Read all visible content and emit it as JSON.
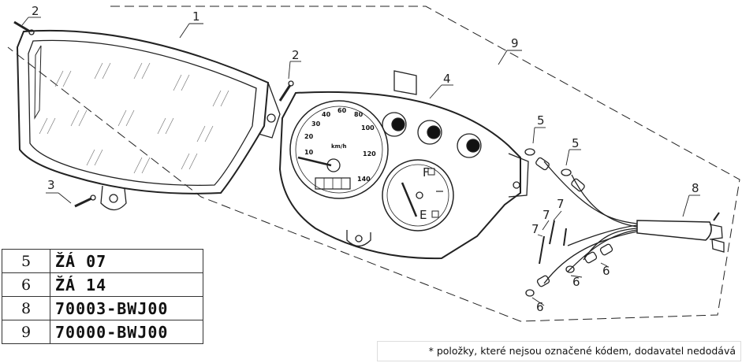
{
  "callouts": {
    "lens": "1",
    "screw_top_left": "2",
    "screw_right": "2",
    "screw_bottom": "3",
    "meter_body": "4",
    "bulb_holder_top": "5",
    "bulb_holder_mid": "5",
    "bulb_a": "6",
    "bulb_b": "6",
    "bulb_c": "6",
    "lead_a": "7",
    "lead_b": "7",
    "lead_c": "7",
    "harness": "8",
    "assembly": "9"
  },
  "gauge": {
    "speed_ticks": [
      "10",
      "20",
      "30",
      "40",
      "60",
      "80",
      "100",
      "120",
      "140"
    ],
    "unit": "km/h",
    "fuel_full": "F",
    "fuel_empty": "E"
  },
  "parts_table": [
    {
      "no": "5",
      "code": "ŽÁ 07"
    },
    {
      "no": "6",
      "code": "ŽÁ 14"
    },
    {
      "no": "8",
      "code": "70003-BWJ00"
    },
    {
      "no": "9",
      "code": "70000-BWJ00"
    }
  ],
  "footnote": "* položky, které nejsou označené kódem, dodavatel nedodává"
}
